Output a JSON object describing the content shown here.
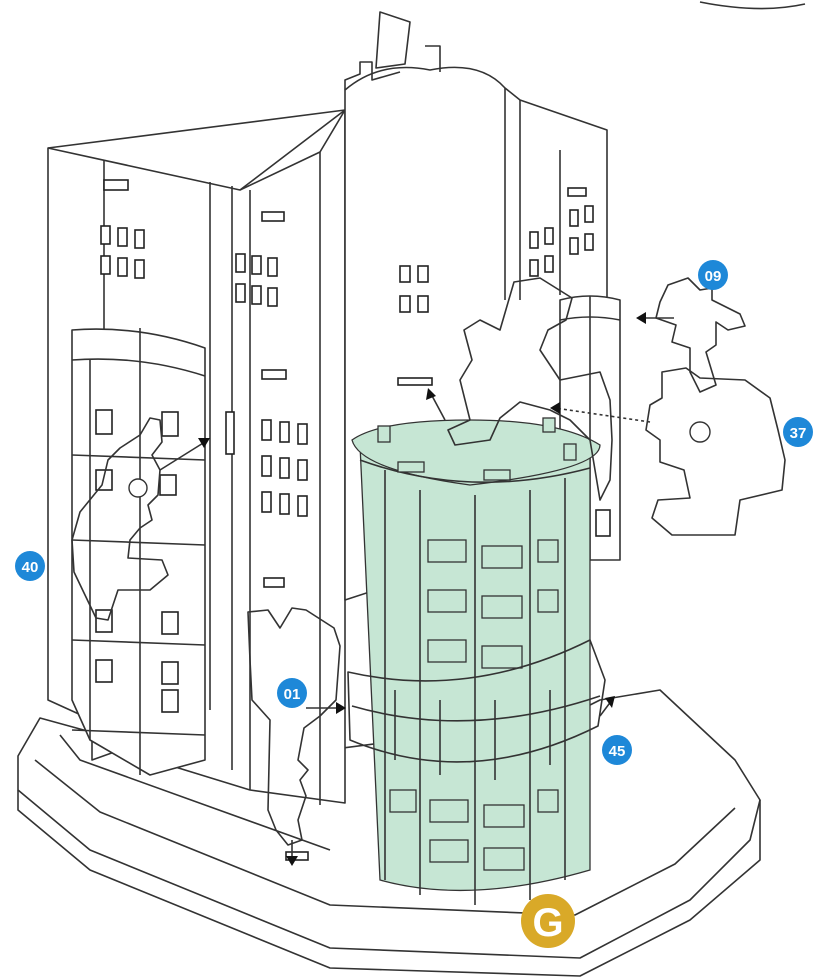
{
  "step": {
    "label": "G",
    "color": "#d9a928"
  },
  "parts": [
    {
      "id": "01",
      "color": "#c3bde8",
      "badge_color": "#1e88d8"
    },
    {
      "id": "09",
      "color": "#fbf1c4",
      "badge_color": "#1e88d8"
    },
    {
      "id": "37",
      "color": "#a9c3dc",
      "badge_color": "#1e88d8"
    },
    {
      "id": "40",
      "color": "#f6cf8e",
      "badge_color": "#1e88d8"
    },
    {
      "id": "45",
      "color": "#f7cdbb",
      "badge_color": "#1e88d8"
    }
  ],
  "model": {
    "tower_color": "#c6e6d4",
    "outline_color": "#333333",
    "base_color": "#ffffff"
  }
}
